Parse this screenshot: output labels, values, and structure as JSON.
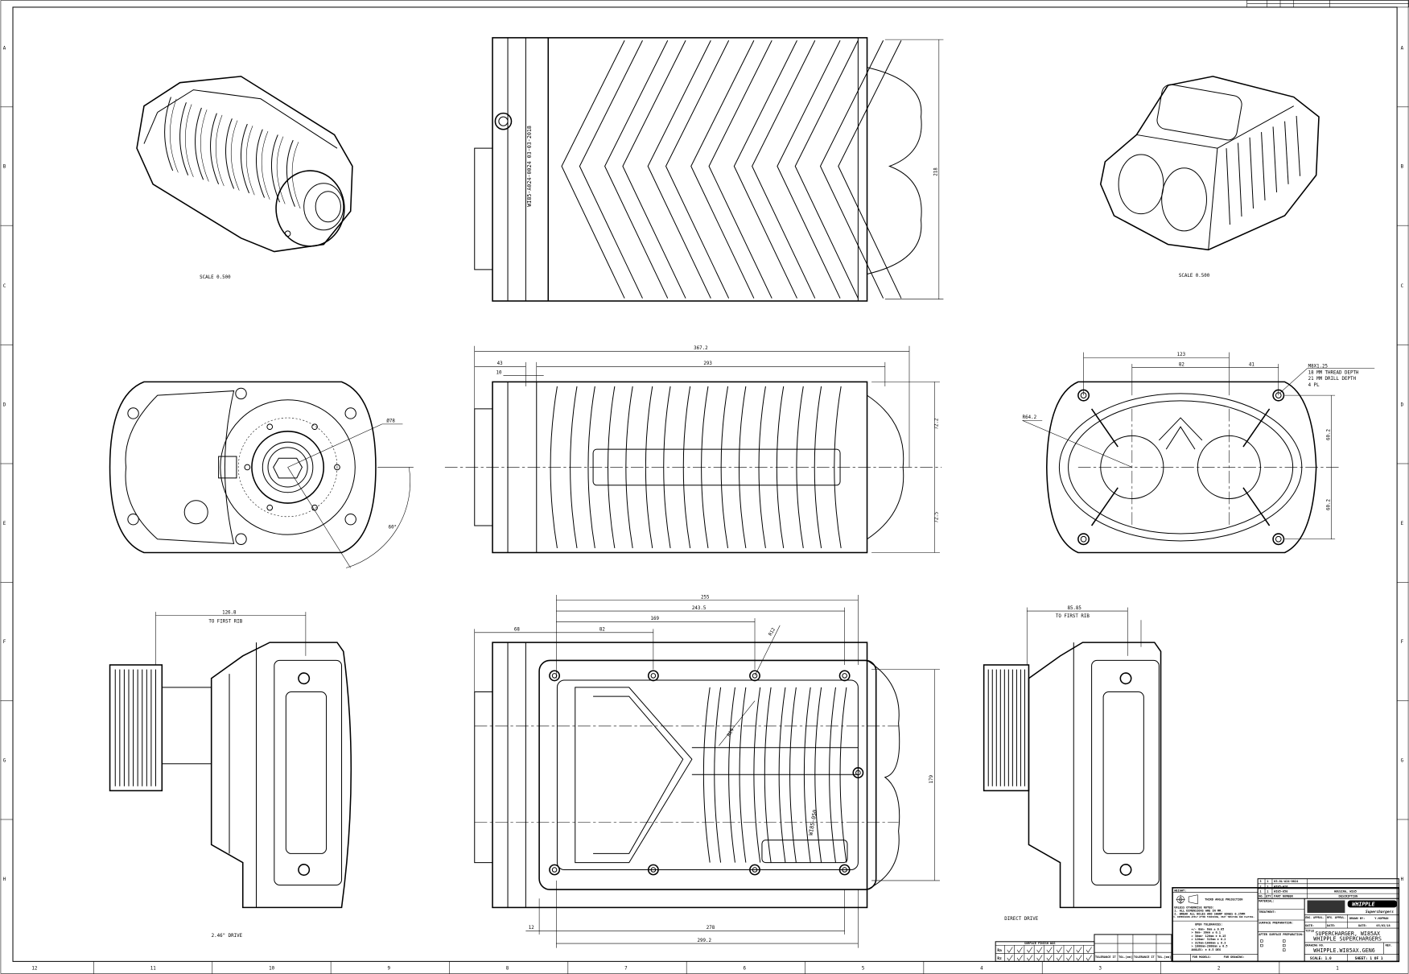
{
  "grid": {
    "rows": [
      "A",
      "B",
      "C",
      "D",
      "E",
      "F",
      "G",
      "H"
    ],
    "cols": [
      "12",
      "11",
      "10",
      "9",
      "8",
      "7",
      "6",
      "5",
      "4",
      "3",
      "2",
      "1"
    ]
  },
  "views": {
    "iso_left": {
      "scale": "SCALE  0.500"
    },
    "iso_right": {
      "scale": "SCALE  0.500"
    },
    "top": {
      "part_marking": "WI85-A024-0024 03-03-2018",
      "height_dim": "218"
    },
    "front": {
      "overall_length": "367.2",
      "flange_offset": "43",
      "flange_gap": "10",
      "rotor_length": "293",
      "upper_half": "72.2",
      "lower_half": "72.5"
    },
    "drive_end": {
      "bore_dia": "Ø78",
      "angle": "60°"
    },
    "outlet_end": {
      "hole_span": "123",
      "rotor_centers": "82",
      "offset": "41",
      "radius": "R64.2",
      "upper_height": "60.2",
      "lower_height": "60.2",
      "hole_note": [
        "M8X1.25",
        "18 MM THREAD DEPTH",
        "21 MM DRILL DEPTH",
        "4 PL"
      ]
    },
    "side_left": {
      "rib_dim": "126.8",
      "rib_note": "TO FIRST RIB",
      "drive_label": "2.46\" DRIVE"
    },
    "side_right": {
      "rib_dim": "85.85",
      "rib_note": "TO FIRST RIB",
      "drive_label": "DIRECT DRIVE"
    },
    "bottom": {
      "d255": "255",
      "d243": "243.5",
      "d169": "169",
      "d82": "82",
      "d68": "68",
      "r12": "R12",
      "r14": "R14",
      "height": "179",
      "d12": "12",
      "d278": "278",
      "d299": "299.2",
      "part_marking": "WI85-050"
    }
  },
  "surface_finish": {
    "title": "SURFACE FINISH WAS",
    "rows": [
      "Ra",
      "Rz"
    ],
    "tolerance_labels": [
      "TOLERANCE IT",
      "TOL.[mm]",
      "TOLERANCE IT",
      "TOL.[mm]"
    ]
  },
  "title_block": {
    "parts": [
      {
        "no": "3",
        "qty": "1",
        "part_number": "03.0L-A24-0024",
        "description": ""
      },
      {
        "no": "2",
        "qty": "1",
        "part_number": "WI85-A26",
        "description": ""
      },
      {
        "no": "1",
        "qty": "1",
        "part_number": "WI85-050",
        "description": "HOUSING, WI85"
      }
    ],
    "headers": {
      "no": "NO.",
      "qty": "QTY",
      "part_number": "PART NUMBER",
      "description": "DESCRIPTION"
    },
    "weight": "WEIGHT:",
    "projection": "THIRD ANGLE PROJECTION",
    "notes": [
      "UNLESS OTHERWISE NOTED:",
      "1. ALL DIMENSIONS ARE IN MM.",
      "2. BREAK ALL HOLES AND SHARP EDGES 0.25MM",
      "3. DIMENSIONS APPLY AFTER FINISHING, HEAT TREATING AND PLATING."
    ],
    "open_tolerances": "OPEN TOLERANCES:",
    "tolerances": [
      "+/- 0mm-   6mm ± 0.05",
      "> 6mm-  30mm ± 0.1",
      "> 30mm- 120mm ± 0.15",
      "> 120mm- 315mm ± 0.2",
      "> 315mm-1000mm ± 0.3",
      "> 1000mm-2000mm ± 0.5"
    ],
    "angles": "ANGLES: ± 0.5 DEG",
    "for_models": "FOR MODELS:",
    "for_drawing": "FOR DRAWING:",
    "material": "MATERIAL:",
    "treatment": "TREATMENT:",
    "surface_prep": "SURFACE PREPARATION:",
    "after_surface_prep": "AFTER SURFACE PREPARATION:",
    "logo": "WHIPPLE Superchargers",
    "eng_apprvl": "ENG. APPRVL.",
    "mfg_apprvl": "MFG. APPRVL.",
    "drawn_by_label": "DRAWN BY:",
    "drawn_by": "Y.HOFMAN",
    "date_label": "DATE:",
    "date": "05/03/18",
    "title_label": "TITLE",
    "title_line1": "SUPERCHARGER, WI85AX",
    "title_line2": "WHIPPLE SUPERCHARGERS",
    "drawing_no_label": "DRAWING NO.",
    "drawing_no": "WHIPPLE.WI85AX.GEN6",
    "rev_label": "REV.",
    "scale": "SCALE: 1.0",
    "sheet": "SHEET:  1  OF  1"
  }
}
